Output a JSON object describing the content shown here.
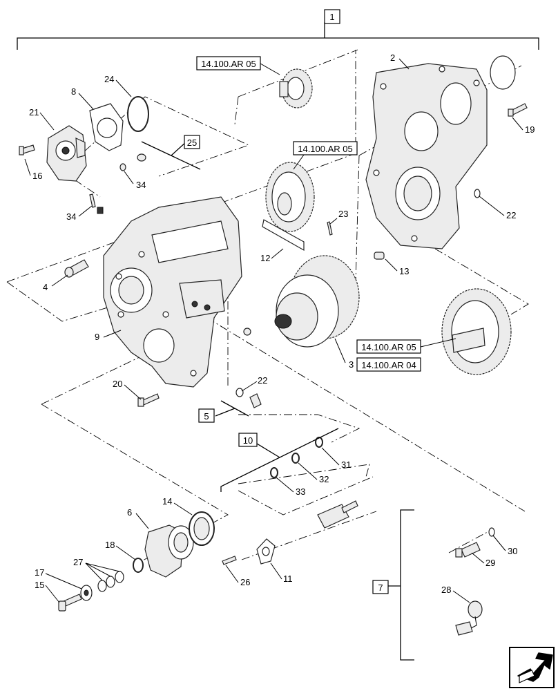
{
  "assembly_label": "1",
  "group_labels": {
    "g5": "5",
    "g7": "7",
    "g10": "10",
    "g25": "25"
  },
  "references": {
    "ref_top": "14.100.AR 05",
    "ref_mid": "14.100.AR 05",
    "ref_right": "14.100.AR 05",
    "ref_clutch": "14.100.AR 04"
  },
  "callouts": {
    "c2": "2",
    "c3": "3",
    "c4": "4",
    "c6": "6",
    "c8": "8",
    "c9": "9",
    "c11": "11",
    "c12": "12",
    "c13": "13",
    "c14": "14",
    "c15": "15",
    "c16": "16",
    "c17": "17",
    "c18": "18",
    "c19": "19",
    "c20": "20",
    "c21": "21",
    "c22a": "22",
    "c22b": "22",
    "c23": "23",
    "c24": "24",
    "c26": "26",
    "c27": "27",
    "c28": "28",
    "c29": "29",
    "c30": "30",
    "c31": "31",
    "c32": "32",
    "c33": "33",
    "c34a": "34",
    "c34b": "34"
  },
  "colors": {
    "line": "#000000",
    "part_fill": "#ececec",
    "background": "#ffffff"
  },
  "icons": {
    "nav": "next-page-arrow-icon"
  }
}
